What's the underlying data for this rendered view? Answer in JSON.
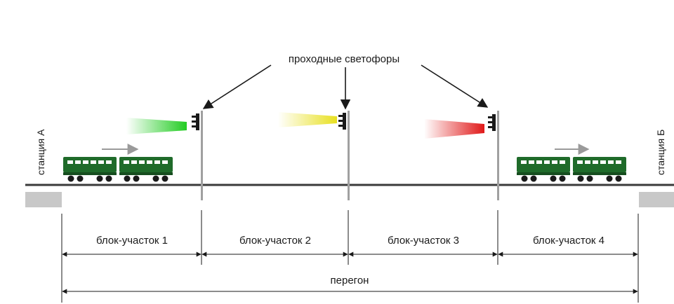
{
  "signals_label": "проходные светофоры",
  "stations": {
    "left": "станция А",
    "right": "станция Б"
  },
  "blocks": [
    "блок-участок 1",
    "блок-участок 2",
    "блок-участок 3",
    "блок-участок 4"
  ],
  "haul_label": "перегон",
  "signals": [
    {
      "aspect": "green",
      "color": "#22cc22"
    },
    {
      "aspect": "yellow",
      "color": "#e8e020"
    },
    {
      "aspect": "red",
      "color": "#e01818"
    }
  ],
  "colors": {
    "train_body": "#1f6b2a",
    "train_window": "#ffffff",
    "rail": "#3a3a3a",
    "platform": "#c8c8c8",
    "signal_post": "#a0a0a0",
    "motion_arrow": "#9a9a9a"
  }
}
